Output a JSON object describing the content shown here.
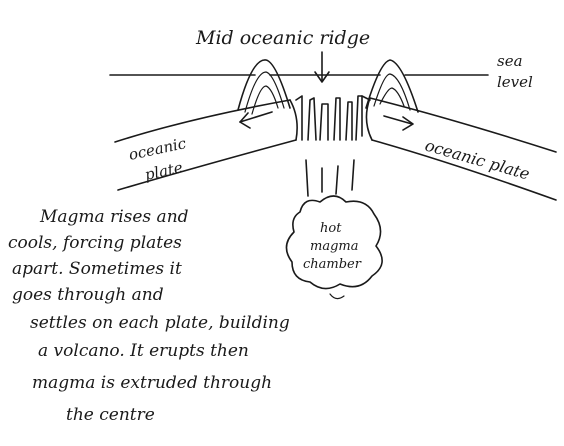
{
  "diagram": {
    "title": "Mid oceanic ridge",
    "sea_level_label": [
      "sea",
      "level"
    ],
    "left_plate_label": [
      "oceanic",
      "plate"
    ],
    "right_plate_label": "oceanic plate",
    "chamber_label": [
      "hot",
      "magma",
      "chamber"
    ],
    "notes": [
      "Magma rises and",
      "cools, forcing plates",
      "apart. Sometimes it",
      "goes through and",
      "settles on each plate, building",
      "a volcano. It erupts then",
      "magma is extruded through",
      "the centre"
    ],
    "ink_color": "#1a1a1a"
  }
}
